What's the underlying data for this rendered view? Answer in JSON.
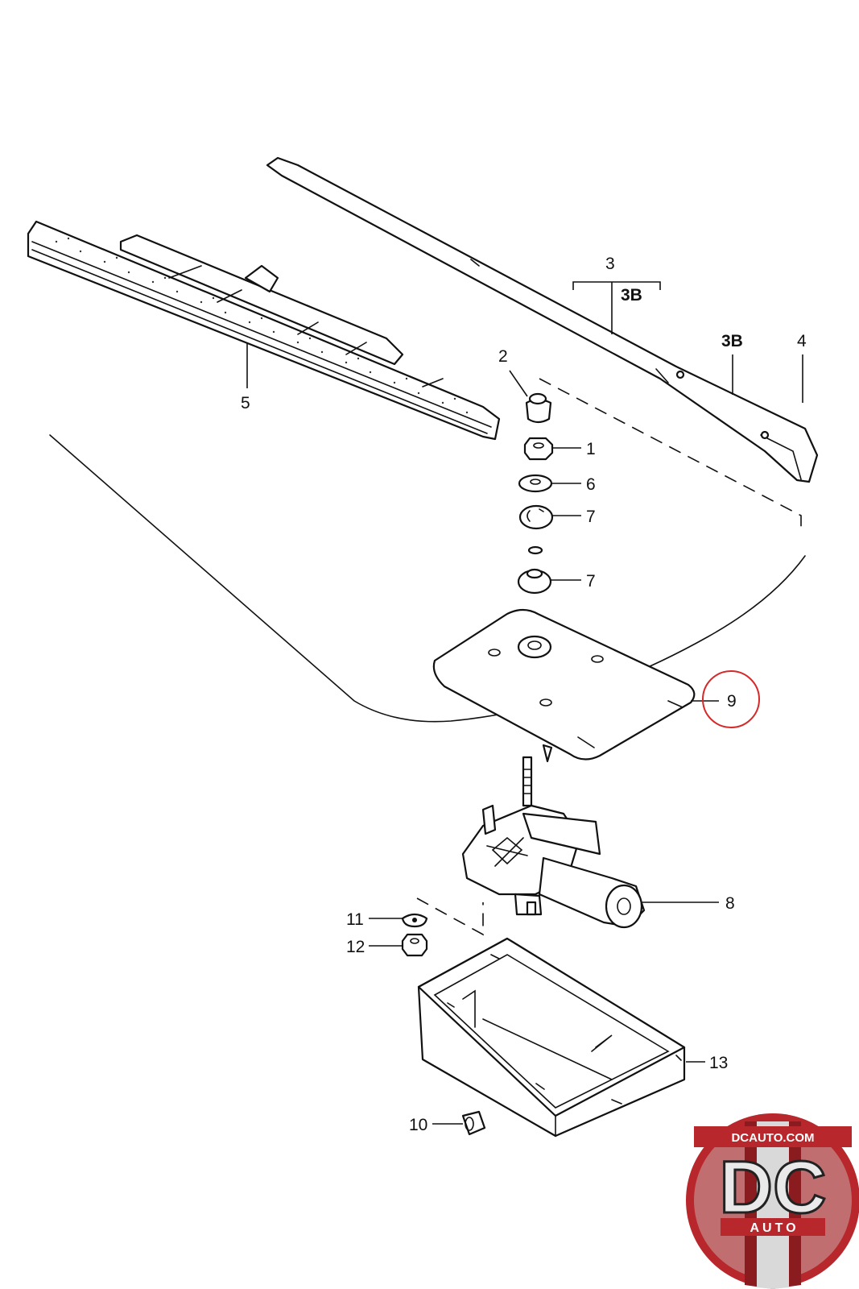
{
  "callouts": {
    "p1": "1",
    "p2": "2",
    "p3": "3",
    "p3b_group": "3B",
    "p3b": "3B",
    "p4": "4",
    "p5": "5",
    "p6": "6",
    "p7a": "7",
    "p7b": "7",
    "p8": "8",
    "p9": "9",
    "p10": "10",
    "p11": "11",
    "p12": "12",
    "p13": "13"
  },
  "highlight": {
    "circled_callout": "9",
    "color": "#d42a2a"
  },
  "watermark": {
    "site": "DCAUTO.COM",
    "letters": "DC",
    "sub": "AUTO",
    "colors": {
      "ring": "#b8272b",
      "stripe": "#8a1c1f",
      "silver": "#d9d9d9"
    }
  }
}
